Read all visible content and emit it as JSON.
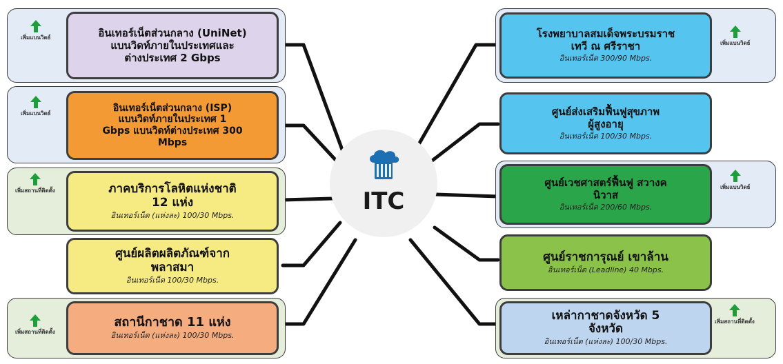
{
  "center": {
    "label": "ITC",
    "icon": "cloud-server-icon"
  },
  "left_nodes": [
    {
      "title": "อินเทอร์เน็ตส่วนกลาง (UniNet)\nแบนวิดท์ภายในประเทศและ\nต่างประเทศ  2 Gbps",
      "subtitle": "",
      "color": "#ddd3ea",
      "tag": "เพิ่มแบนวิดธ์"
    },
    {
      "title": "อินเทอร์เน็ตส่วนกลาง (ISP)\nแบนวิดท์ภายในประเทศ  1\nGbps แบนวิดท์ต่างประเทศ 300\nMbps",
      "subtitle": "",
      "color": "#f39a35",
      "tag": "เพิ่มแบนวิดธ์"
    },
    {
      "title": "ภาคบริการโลหิตแห่งชาติ\n12 แห่ง",
      "subtitle": "อินเทอร์เน็ต (แห่งละ) 100/30 Mbps.",
      "color": "#f6ea83",
      "tag": "เพิ่มสถานที่ติดตั้ง"
    },
    {
      "title": "ศูนย์ผลิตผลิตภัณฑ์จาก\nพลาสมา",
      "subtitle": "อินเทอร์เน็ต 100/30 Mbps.",
      "color": "#f6ea83",
      "tag": ""
    },
    {
      "title": "สถานีกาชาด 11 แห่ง",
      "subtitle": "อินเทอร์เน็ต (แห่งละ) 100/30 Mbps.",
      "color": "#f5ad80",
      "tag": "เพิ่มสถานที่ติดตั้ง"
    }
  ],
  "right_nodes": [
    {
      "title": "โรงพยาบาลสมเด็จพระบรมราช\nเทวี ณ ศรีราชา",
      "subtitle": "อินเทอร์เน็ต 300/90 Mbps.",
      "color": "#55c4ef",
      "tag": "เพิ่มแบนวิดธ์"
    },
    {
      "title": "ศูนย์ส่งเสริมฟื้นฟูสุขภาพ\nผู้สูงอายุ",
      "subtitle": "อินเทอร์เน็ต 100/30 Mbps.",
      "color": "#55c4ef",
      "tag": ""
    },
    {
      "title": "ศูนย์เวชศาสตร์ฟื้นฟู สวางค\nนิวาส",
      "subtitle": "อินเทอร์เน็ต 200/60 Mbps.",
      "color": "#2aa54a",
      "tag": "เพิ่มแบนวิดธ์"
    },
    {
      "title": "ศูนย์ราชการุณย์ เขาล้าน",
      "subtitle": "อินเทอร์เน็ต (Leadline) 40 Mbps.",
      "color": "#8bc34a",
      "tag": ""
    },
    {
      "title": "เหล่ากาชาดจังหวัด 5\nจังหวัด",
      "subtitle": "อินเทอร์เน็ต (แห่งละ) 100/30 Mbps.",
      "color": "#bdd5ef",
      "tag": "เพิ่มสถานที่ติดตั้ง"
    }
  ]
}
